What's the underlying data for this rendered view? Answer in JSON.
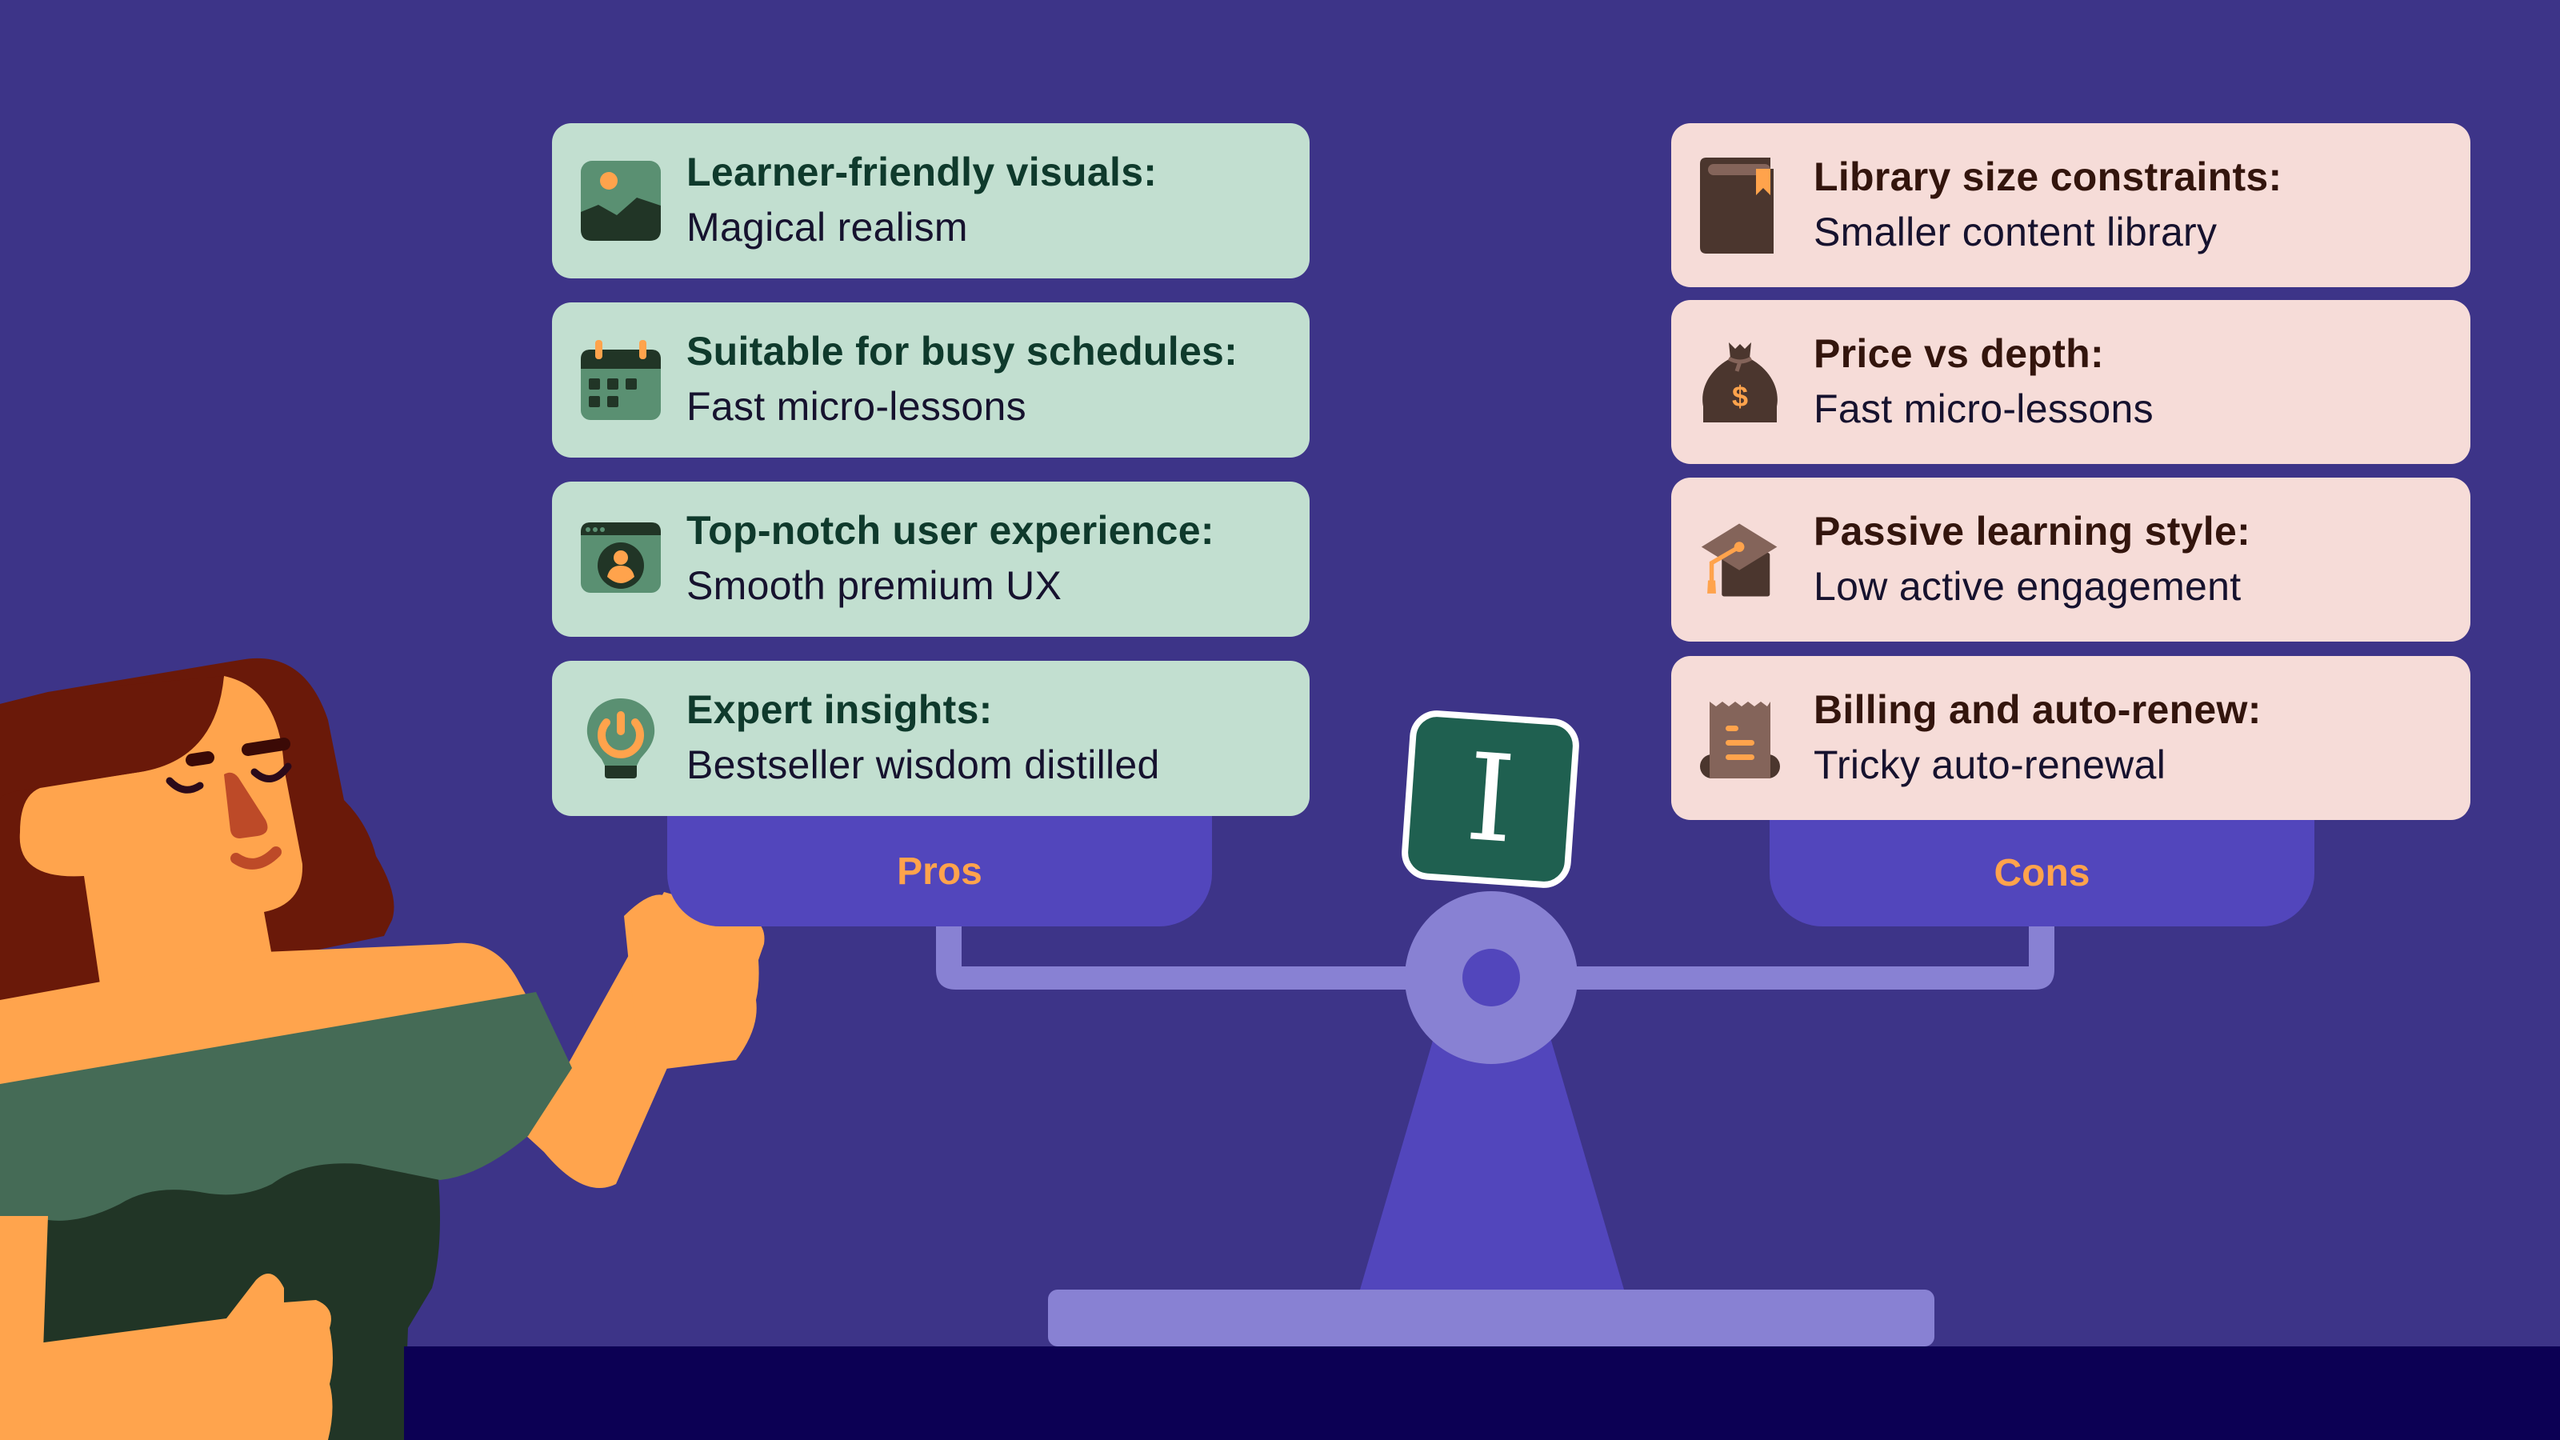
{
  "colors": {
    "background": "#3d3488",
    "floor": "#0c0054",
    "pro_card": "#c2dfd0",
    "con_card": "#f6dcd8",
    "tab": "#5246bc",
    "tab_text": "#ffa34c",
    "scale_light": "#8881d3",
    "logo_bg": "#1f6050"
  },
  "pros": {
    "label": "Pros",
    "items": [
      {
        "icon": "image-icon",
        "title": "Learner-friendly visuals:",
        "subtitle": "Magical realism"
      },
      {
        "icon": "calendar-icon",
        "title": "Suitable for busy schedules:",
        "subtitle": "Fast micro-lessons"
      },
      {
        "icon": "user-window-icon",
        "title": "Top-notch user experience:",
        "subtitle": "Smooth premium UX"
      },
      {
        "icon": "lightbulb-icon",
        "title": "Expert insights:",
        "subtitle": "Bestseller wisdom distilled"
      }
    ]
  },
  "cons": {
    "label": "Cons",
    "items": [
      {
        "icon": "book-icon",
        "title": "Library size constraints:",
        "subtitle": "Smaller content library"
      },
      {
        "icon": "money-bag-icon",
        "title": "Price vs depth:",
        "subtitle": "Fast micro-lessons"
      },
      {
        "icon": "graduation-cap-icon",
        "title": "Passive learning style:",
        "subtitle": "Low active engagement"
      },
      {
        "icon": "receipt-icon",
        "title": "Billing and auto-renew:",
        "subtitle": "Tricky auto-renewal"
      }
    ]
  },
  "logo": {
    "letter": "I"
  }
}
